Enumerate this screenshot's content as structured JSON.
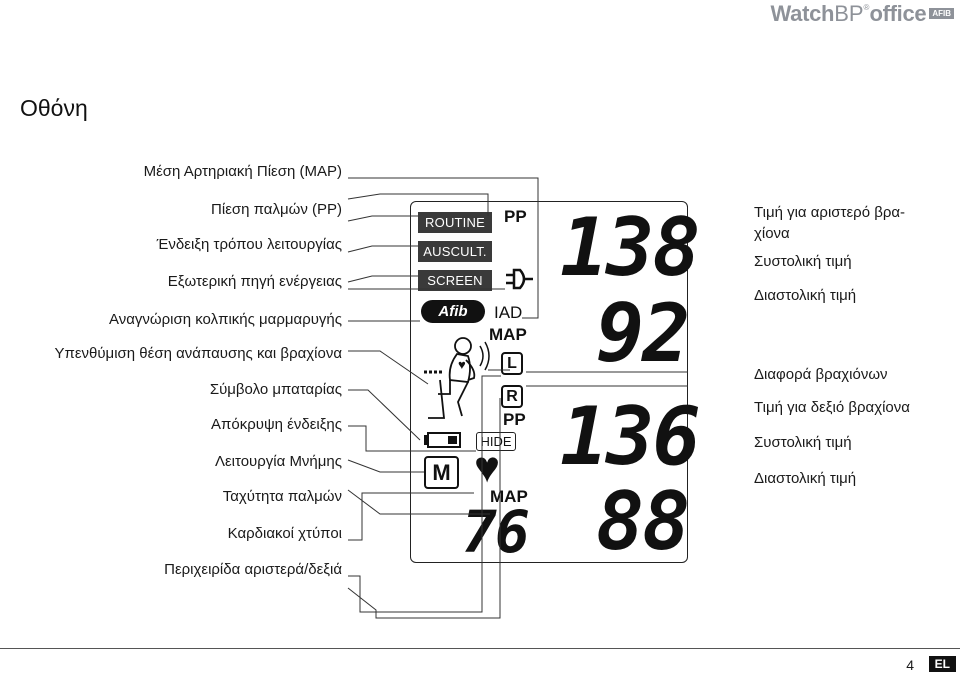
{
  "brand": {
    "name_a": "Watch",
    "name_b": "BP",
    "reg": "®",
    "name_c": "office",
    "badge": "AFIB"
  },
  "heading": "Οθόνη",
  "left_labels": [
    "Μέση Αρτηριακή Πίεση (MAP)",
    "Πίεση παλμών (PP)",
    "Ένδειξη τρόπου λειτουργίας",
    "Εξωτερική πηγή ενέργειας",
    "Αναγνώριση κολπικής μαρμαρυγής",
    "Υπενθύμιση θέση ανάπαυσης και βραχίονα",
    "Σύμβολο μπαταρίας",
    "Απόκρυψη ένδειξης",
    "Λειτουργία Μνήμης",
    "Ταχύτητα παλμών",
    "Καρδιακοί χτύποι",
    "Περιχειρίδα αριστερά/δεξιά"
  ],
  "right_labels": {
    "left_arm_1": "Τιμή για αριστερό βρα-",
    "left_arm_2": "χίονα",
    "sys_left": "Συστολική τιμή",
    "dia_left": "Διαστολική τιμή",
    "arm_diff": "Διαφορά βραχιόνων",
    "right_arm": "Τιμή για δεξιό βραχίονα",
    "sys_right": "Συστολική τιμή",
    "dia_right": "Διαστολική τιμή"
  },
  "lcd": {
    "modes": [
      "ROUTINE",
      "AUSCULT.",
      "SCREEN"
    ],
    "pp_top": "PP",
    "afib": "Afib",
    "iad": "IAD",
    "map_top": "MAP",
    "left_box": "L",
    "right_box": "R",
    "pp_bottom": "PP",
    "hide": "HIDE",
    "memory": "M",
    "map_bottom": "MAP",
    "sys_left": "138",
    "dia_left": "92",
    "sys_right": "136",
    "dia_right": "88",
    "pulse": "76"
  },
  "footer": {
    "page": "4",
    "lang": "EL"
  },
  "colors": {
    "text": "#1a1a1a",
    "tag_bg": "#3a3a3a",
    "brand": "#8e9299"
  }
}
